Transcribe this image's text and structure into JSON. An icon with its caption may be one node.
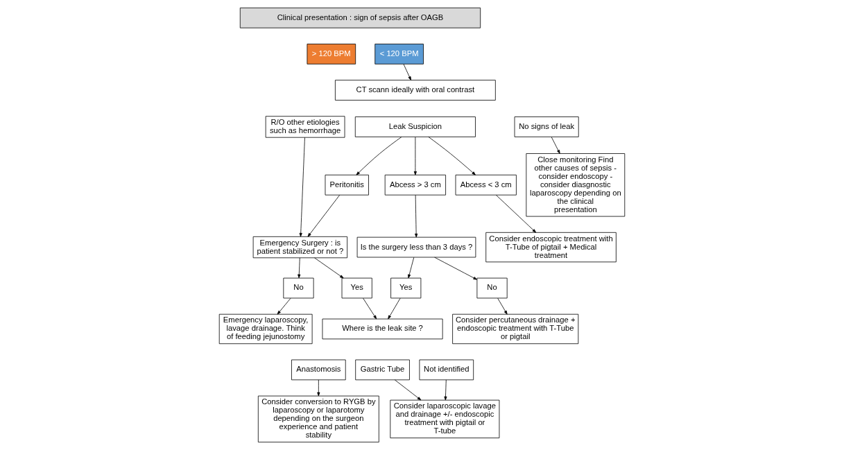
{
  "diagram": {
    "nodes": [
      {
        "text": [
          "Clinical presentation : sign of sepsis after OAGB"
        ]
      },
      {
        "text": [
          "> 120 BPM"
        ]
      },
      {
        "text": [
          "R/O other etiologies such as hemorrhage"
        ]
      },
      {
        "text": [
          "< 120 BPM"
        ]
      },
      {
        "text": [
          "CT scann ideally with oral contrast"
        ]
      },
      {
        "text": [
          "Leak Suspicion"
        ]
      },
      {
        "text": [
          "No signs of leak"
        ]
      },
      {
        "text": [
          "Emergency Surgery : is patient stabilized or not ?"
        ]
      },
      {
        "text": [
          "Peritonitis"
        ]
      },
      {
        "text": [
          "Abcess > 3 cm"
        ]
      },
      {
        "text": [
          "Abcess < 3 cm"
        ]
      },
      {
        "text": [
          "Close monitoring Find other causes of sepsis - consider endoscopy - consider diasgnostic laparoscopy depending on the clinical presentation"
        ]
      },
      {
        "text": [
          "Is the surgery less than 3 days ?"
        ]
      },
      {
        "text": [
          "No"
        ]
      },
      {
        "text": [
          "Yes"
        ]
      },
      {
        "text": [
          "Yes"
        ]
      },
      {
        "text": [
          "No"
        ]
      },
      {
        "text": [
          "Emergency laparoscopy, lavage drainage. Think of feeding jejunostomy"
        ]
      },
      {
        "text": [
          "Where is the leak site ?"
        ]
      },
      {
        "text": [
          "Anastomosis"
        ]
      },
      {
        "text": [
          "Gastric Tube"
        ]
      },
      {
        "text": [
          "Not identified"
        ]
      },
      {
        "text": [
          "Consider endoscopic treatment with T-Tube of pigtail + Medical treatment"
        ]
      },
      {
        "text": [
          "Consider conversion to RYGB by laparoscopy or laparotomy depending on the surgeon experience and patient stability"
        ]
      },
      {
        "text": [
          "Consider laparoscopic lavage and drainage +/- endoscopic treatment with pigtail or T-tube"
        ]
      },
      {
        "text": [
          "Consider percutaneous drainage + endoscopic treatment with T-Tube or pigtail"
        ]
      }
    ],
    "edges": [
      {
        "from": 2,
        "to": 7,
        "arrow": "to"
      },
      {
        "from": 3,
        "to": 4,
        "arrow": "to"
      },
      {
        "from": 5,
        "to": 8,
        "arrow": "to"
      },
      {
        "from": 5,
        "to": 9,
        "arrow": "to"
      },
      {
        "from": 5,
        "to": 10,
        "arrow": "to"
      },
      {
        "from": 6,
        "to": 11,
        "arrow": "to"
      },
      {
        "from": 8,
        "to": 7,
        "arrow": "to"
      },
      {
        "from": 7,
        "to": 13,
        "arrow": "to"
      },
      {
        "from": 7,
        "to": 14,
        "arrow": "to"
      },
      {
        "from": 13,
        "to": 17,
        "arrow": "to"
      },
      {
        "from": 14,
        "to": 18,
        "arrow": "to"
      },
      {
        "from": 9,
        "to": 12,
        "arrow": "to"
      },
      {
        "from": 12,
        "to": 15,
        "arrow": "to"
      },
      {
        "from": 12,
        "to": 16,
        "arrow": "to"
      },
      {
        "from": 15,
        "to": 18,
        "arrow": "to"
      },
      {
        "from": 16,
        "to": 25,
        "arrow": "to"
      },
      {
        "from": 10,
        "to": 22,
        "arrow": "to"
      },
      {
        "from": 19,
        "to": 23,
        "arrow": "to"
      },
      {
        "from": 20,
        "to": 24,
        "arrow": "to"
      },
      {
        "from": 21,
        "to": 24,
        "arrow": "to"
      }
    ]
  }
}
